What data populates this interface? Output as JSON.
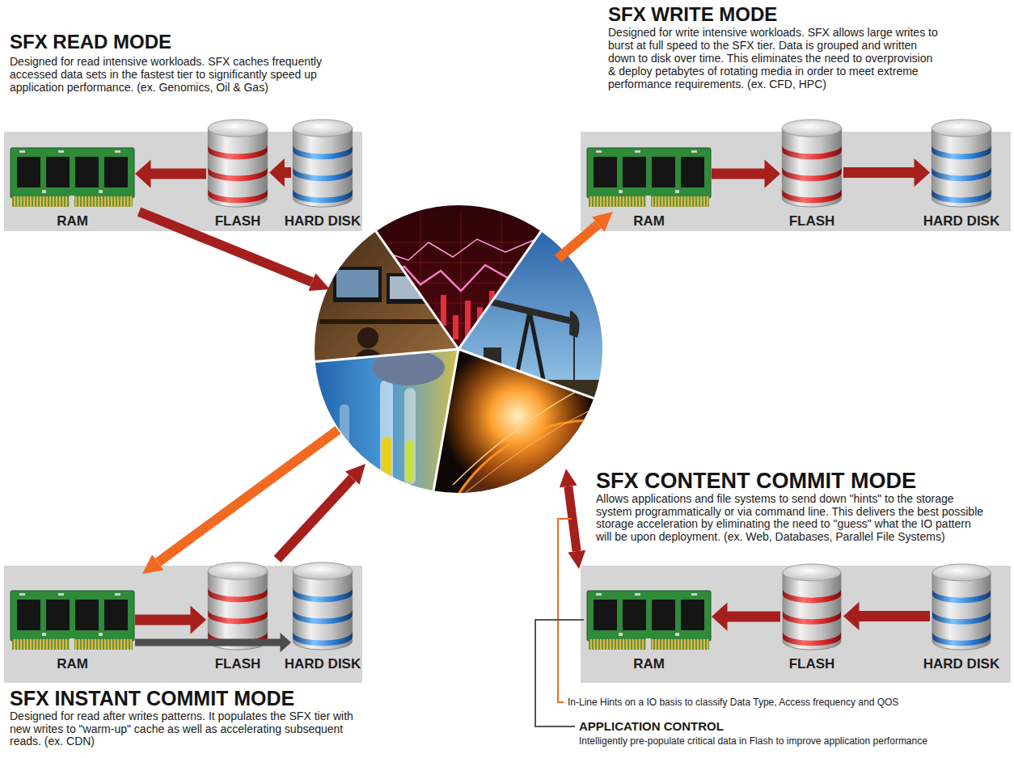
{
  "diagram": {
    "nodes": [
      {
        "text": [
          "SFX READ MODE",
          "Designed for read intensive workloads. SFX caches frequently accessed data sets in the fastest tier to significantly speed up application performance. (ex. Genomics, Oil & Gas)"
        ]
      },
      {
        "text": [
          "RAM"
        ],
        "in": 0
      },
      {
        "text": [
          "FLASH"
        ],
        "in": 0
      },
      {
        "text": [
          "HARD DISK"
        ],
        "in": 0
      },
      {
        "text": [
          "SFX WRITE MODE",
          "Designed for write intensive workloads. SFX allows large writes to burst at full speed to the SFX tier. Data is grouped and written down to disk over time. This eliminates the need to overprovision & deploy petabytes of rotating media in order to meet extreme performance requirements. (ex. CFD, HPC)"
        ]
      },
      {
        "text": [
          "RAM"
        ],
        "in": 4
      },
      {
        "text": [
          "FLASH"
        ],
        "in": 4
      },
      {
        "text": [
          "HARD DISK"
        ],
        "in": 4
      },
      {
        "text": [
          "SFX INSTANT COMMIT MODE",
          "Designed for read after writes patterns. It populates the SFX tier with new writes to \"warm-up\" cache as well as accelerating subsequent reads. (ex. CDN)"
        ]
      },
      {
        "text": [
          "RAM"
        ],
        "in": 8
      },
      {
        "text": [
          "FLASH"
        ],
        "in": 8
      },
      {
        "text": [
          "HARD DISK"
        ],
        "in": 8
      },
      {
        "text": [
          "SFX CONTENT COMMIT MODE",
          "Allows applications and file systems to send down \"hints\" to the storage system programmatically or via command line. This delivers the best possible storage acceleration by eliminating the need to \"guess\" what the IO pattern will be upon deployment. (ex. Web, Databases, Parallel File Systems)"
        ]
      },
      {
        "text": [
          "RAM"
        ],
        "in": 12
      },
      {
        "text": [
          "FLASH"
        ],
        "in": 12
      },
      {
        "text": [
          "HARD DISK"
        ],
        "in": 12
      }
    ],
    "edges": [
      {
        "from": 3,
        "to": 2,
        "arrow": "to"
      },
      {
        "from": 2,
        "to": 1,
        "arrow": "to"
      },
      {
        "from": 5,
        "to": 6,
        "arrow": "to"
      },
      {
        "from": 6,
        "to": 7,
        "arrow": "to"
      },
      {
        "from": 9,
        "to": 10,
        "arrow": "to"
      },
      {
        "from": 9,
        "to": 11,
        "arrow": "to"
      },
      {
        "from": 15,
        "to": 14,
        "arrow": "to"
      },
      {
        "from": 14,
        "to": 13,
        "arrow": "to"
      }
    ],
    "labels": [
      "In-Line Hints on a IO basis to classify Data Type, Access frequency and QOS",
      "APPLICATION CONTROL",
      "Intelligently pre-populate critical data in Flash to improve application performance"
    ]
  }
}
